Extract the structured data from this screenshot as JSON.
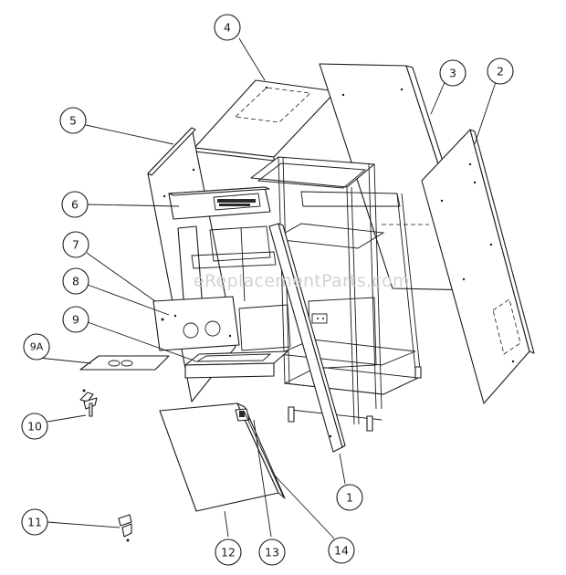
{
  "watermark": "eReplacementParts.com",
  "callouts": [
    {
      "id": "c1",
      "label": "1"
    },
    {
      "id": "c2",
      "label": "2"
    },
    {
      "id": "c3",
      "label": "3"
    },
    {
      "id": "c4",
      "label": "4"
    },
    {
      "id": "c5",
      "label": "5"
    },
    {
      "id": "c6",
      "label": "6"
    },
    {
      "id": "c7",
      "label": "7"
    },
    {
      "id": "c8",
      "label": "8"
    },
    {
      "id": "c9",
      "label": "9"
    },
    {
      "id": "c9a",
      "label": "9A"
    },
    {
      "id": "c10",
      "label": "10"
    },
    {
      "id": "c11",
      "label": "11"
    },
    {
      "id": "c12",
      "label": "12"
    },
    {
      "id": "c13",
      "label": "13"
    },
    {
      "id": "c14",
      "label": "14"
    }
  ]
}
